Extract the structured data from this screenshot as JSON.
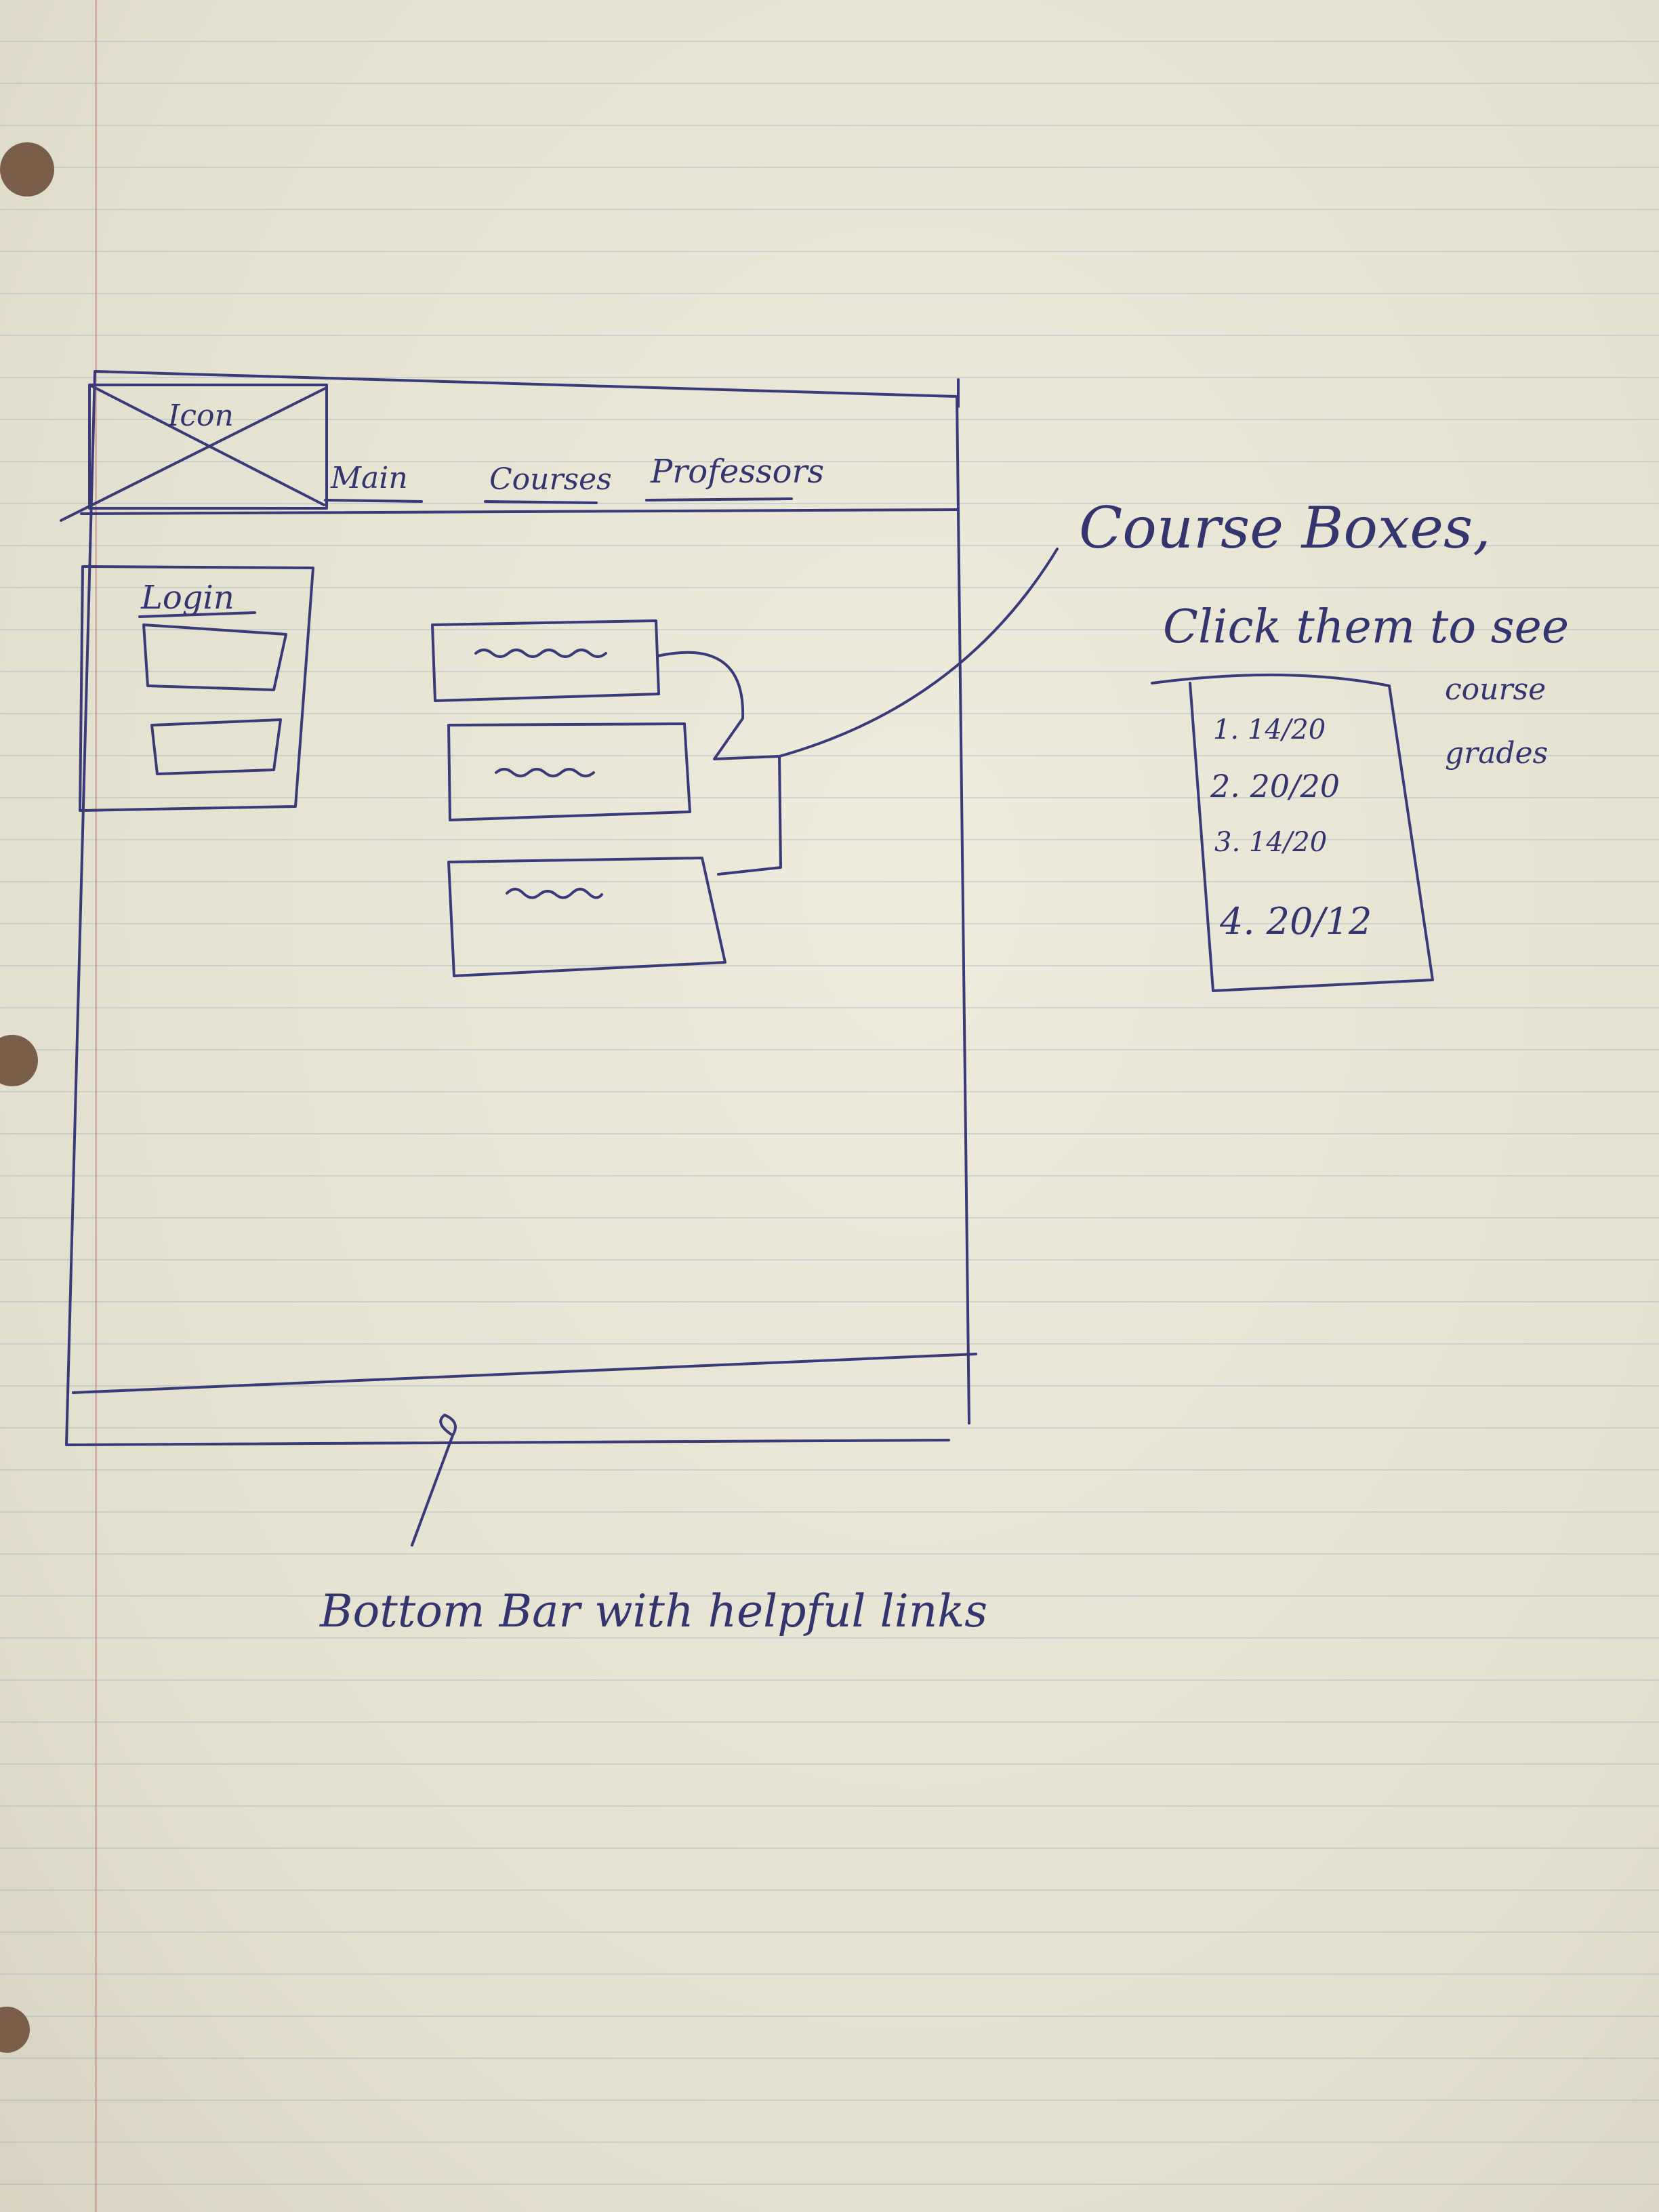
{
  "wireframe": {
    "logo_label": "Icon",
    "nav": [
      "Main",
      "Courses",
      "Professors"
    ],
    "login_title": "Login"
  },
  "annotations": {
    "course_boxes_line1": "Course Boxes,",
    "course_boxes_line2": "Click them to see",
    "course_boxes_line3": "course",
    "course_boxes_line4": "grades",
    "grades": [
      "1. 14/20",
      "2. 20/20",
      "3. 14/20",
      "4. 20/12"
    ],
    "bottom_bar_note": "Bottom Bar with helpful links"
  }
}
